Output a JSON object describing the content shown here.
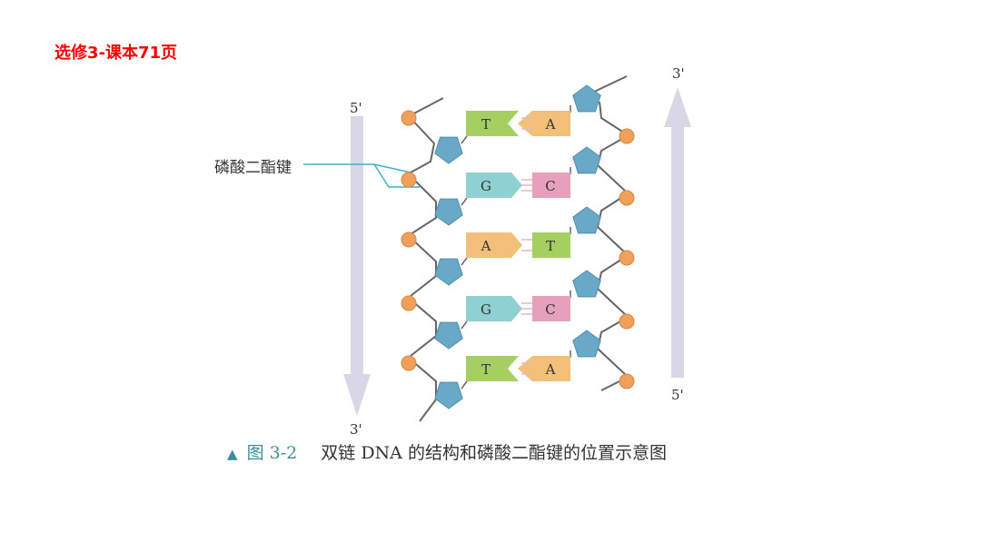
{
  "header_note": "选修3-课本71页",
  "figure": {
    "callout_label": "磷酸二酯键",
    "left_strand": {
      "top_end": "5'",
      "bottom_end": "3'"
    },
    "right_strand": {
      "top_end": "3'",
      "bottom_end": "5'"
    },
    "base_pairs": [
      {
        "left": "T",
        "right": "A"
      },
      {
        "left": "G",
        "right": "C"
      },
      {
        "left": "A",
        "right": "T"
      },
      {
        "left": "G",
        "right": "C"
      },
      {
        "left": "T",
        "right": "A"
      }
    ],
    "colors": {
      "A": "#f2c078",
      "T": "#a6cf62",
      "G": "#8fd0d2",
      "C": "#e6a0ba",
      "sugar": "#6aa8c8",
      "phosphate": "#f0a05a",
      "arrow": "#d9d7e6",
      "callout": "#3ab3c9",
      "accent": "#3a8f9a",
      "header": "#ff0000"
    }
  },
  "caption": {
    "marker": "▲",
    "number": "图 3-2",
    "text": "双链 DNA 的结构和磷酸二酯键的位置示意图"
  }
}
